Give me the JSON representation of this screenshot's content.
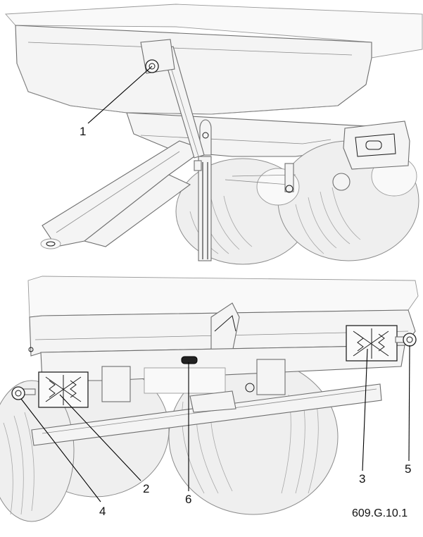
{
  "figure_reference": "609.G.10.1",
  "callouts": {
    "c1": "1",
    "c2": "2",
    "c3": "3",
    "c4": "4",
    "c5": "5",
    "c6": "6"
  }
}
